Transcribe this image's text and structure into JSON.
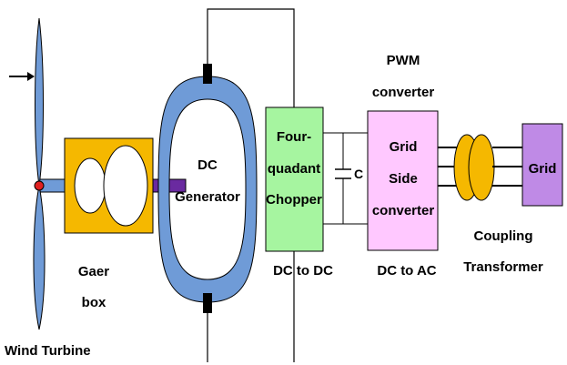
{
  "labels": {
    "wind_turbine": "Wind Turbine",
    "gear_box_line1": "Gaer",
    "gear_box_line2": "box",
    "dc_generator_line1": "DC",
    "dc_generator_line2": "Generator",
    "chopper_line1": "Four-",
    "chopper_line2": "quadant",
    "chopper_line3": "Chopper",
    "dc_to_dc": "DC to DC",
    "capacitor": "C",
    "pwm_line1": "PWM",
    "pwm_line2": "converter",
    "grid_side_line1": "Grid",
    "grid_side_line2": "Side",
    "grid_side_line3": "converter",
    "dc_to_ac": "DC to AC",
    "coupling_line1": "Coupling",
    "coupling_line2": "Transformer",
    "grid": "Grid"
  },
  "colors": {
    "blade": "#6f9bd7",
    "hub": "#e02020",
    "shaft": "#6f9bd7",
    "gearbox": "#f5b800",
    "generator_shaft": "#6a2aa0",
    "generator_ring": "#6f9bd7",
    "chopper": "#a6f5a0",
    "grid_side_converter": "#ffc8ff",
    "transformer": "#f5b800",
    "grid": "#bf8ae6",
    "brush": "#000000"
  },
  "icons": {
    "wind_arrow": "arrow-right-icon",
    "capacitor": "capacitor-symbol"
  }
}
